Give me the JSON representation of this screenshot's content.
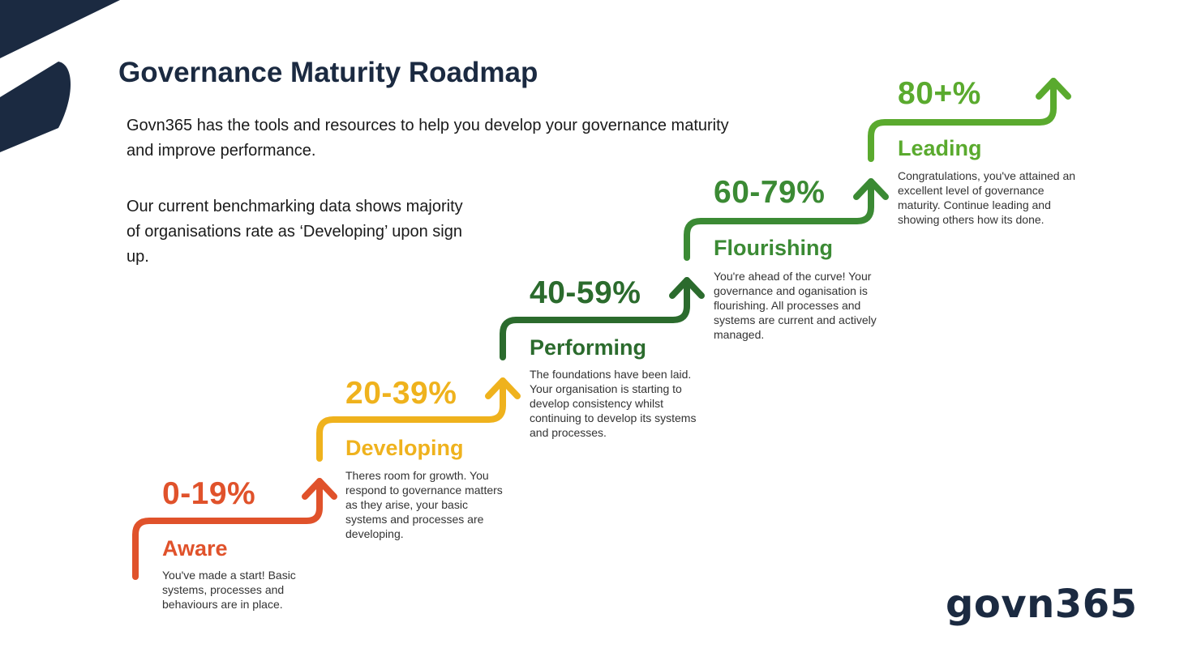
{
  "slide": {
    "title": "Governance Maturity Roadmap",
    "intro_1": "Govn365 has the tools and resources to help you develop your governance maturity and improve performance.",
    "intro_2": "Our current benchmarking data shows majority of organisations rate as ‘Developing’ upon sign up."
  },
  "levels": [
    {
      "range": "0-19%",
      "name": "Aware",
      "color": "#e0522b",
      "description": "You've made a start! Basic systems, processes and behaviours are in place."
    },
    {
      "range": "20-39%",
      "name": "Developing",
      "color": "#efb21d",
      "description": "Theres room for growth. You respond to governance matters as they arise, your basic systems and processes are developing."
    },
    {
      "range": "40-59%",
      "name": "Performing",
      "color": "#2b6b2d",
      "description": "The foundations have been laid. Your organisation is starting to develop consistency whilst continuing to develop its systems and processes."
    },
    {
      "range": "60-79%",
      "name": "Flourishing",
      "color": "#3b8a34",
      "description": "You're ahead of the curve! Your governance and oganisation is flourishing. All processes and systems are current and actively managed."
    },
    {
      "range": "80+%",
      "name": "Leading",
      "color": "#5aaa2e",
      "description": "Congratulations, you've attained an excellent level of governance maturity. Continue leading and showing others how its done."
    }
  ],
  "brand": {
    "logo_text": "govn365",
    "navy": "#1b2a41"
  }
}
